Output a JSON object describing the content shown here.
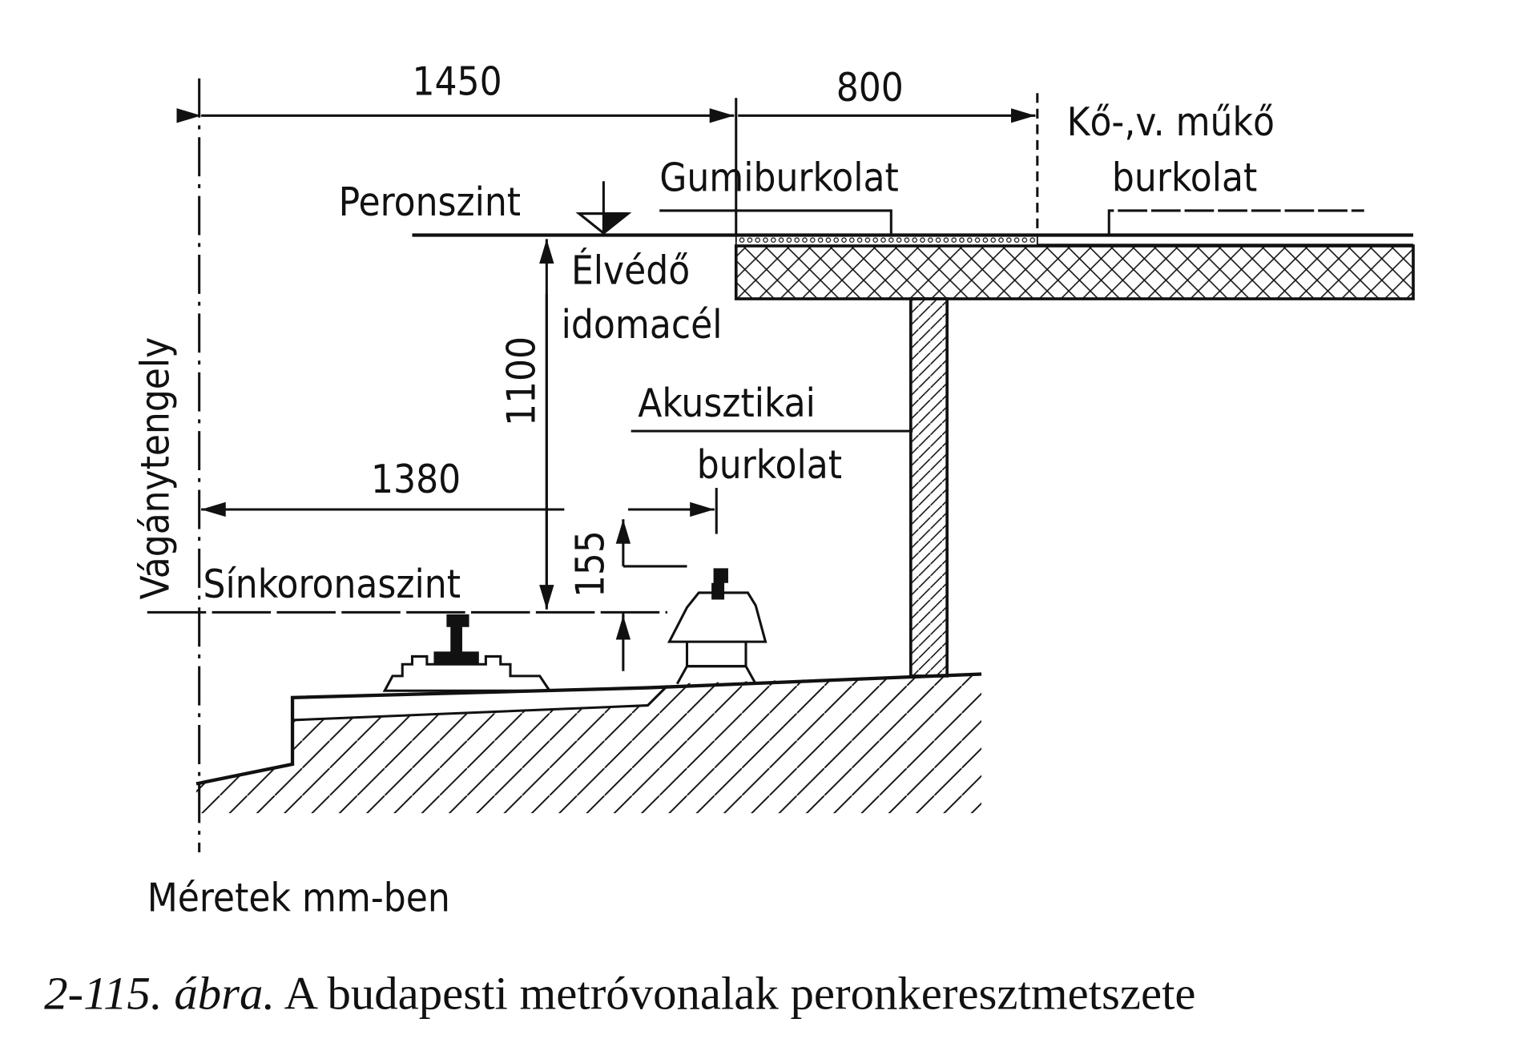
{
  "dimensions": {
    "d1450": "1450",
    "d800": "800",
    "d1100": "1100",
    "d1380": "1380",
    "d155": "155"
  },
  "labels": {
    "track_axis": "Vágánytengely",
    "platform_level": "Peronszint",
    "rubber_paving": "Gumiburkolat",
    "stone_paving_1": "Kő-,v. műkő",
    "stone_paving_2": "burkolat",
    "edge_guard_1": "Élvédő",
    "edge_guard_2": "idomacél",
    "acoustic_1": "Akusztikai",
    "acoustic_2": "burkolat",
    "rail_top_level": "Sínkoronaszint",
    "units_note": "Méretek mm-ben"
  },
  "caption": {
    "number": "2-115. ábra.",
    "text": " A budapesti metróvonalak peronkeresztmetszete"
  }
}
